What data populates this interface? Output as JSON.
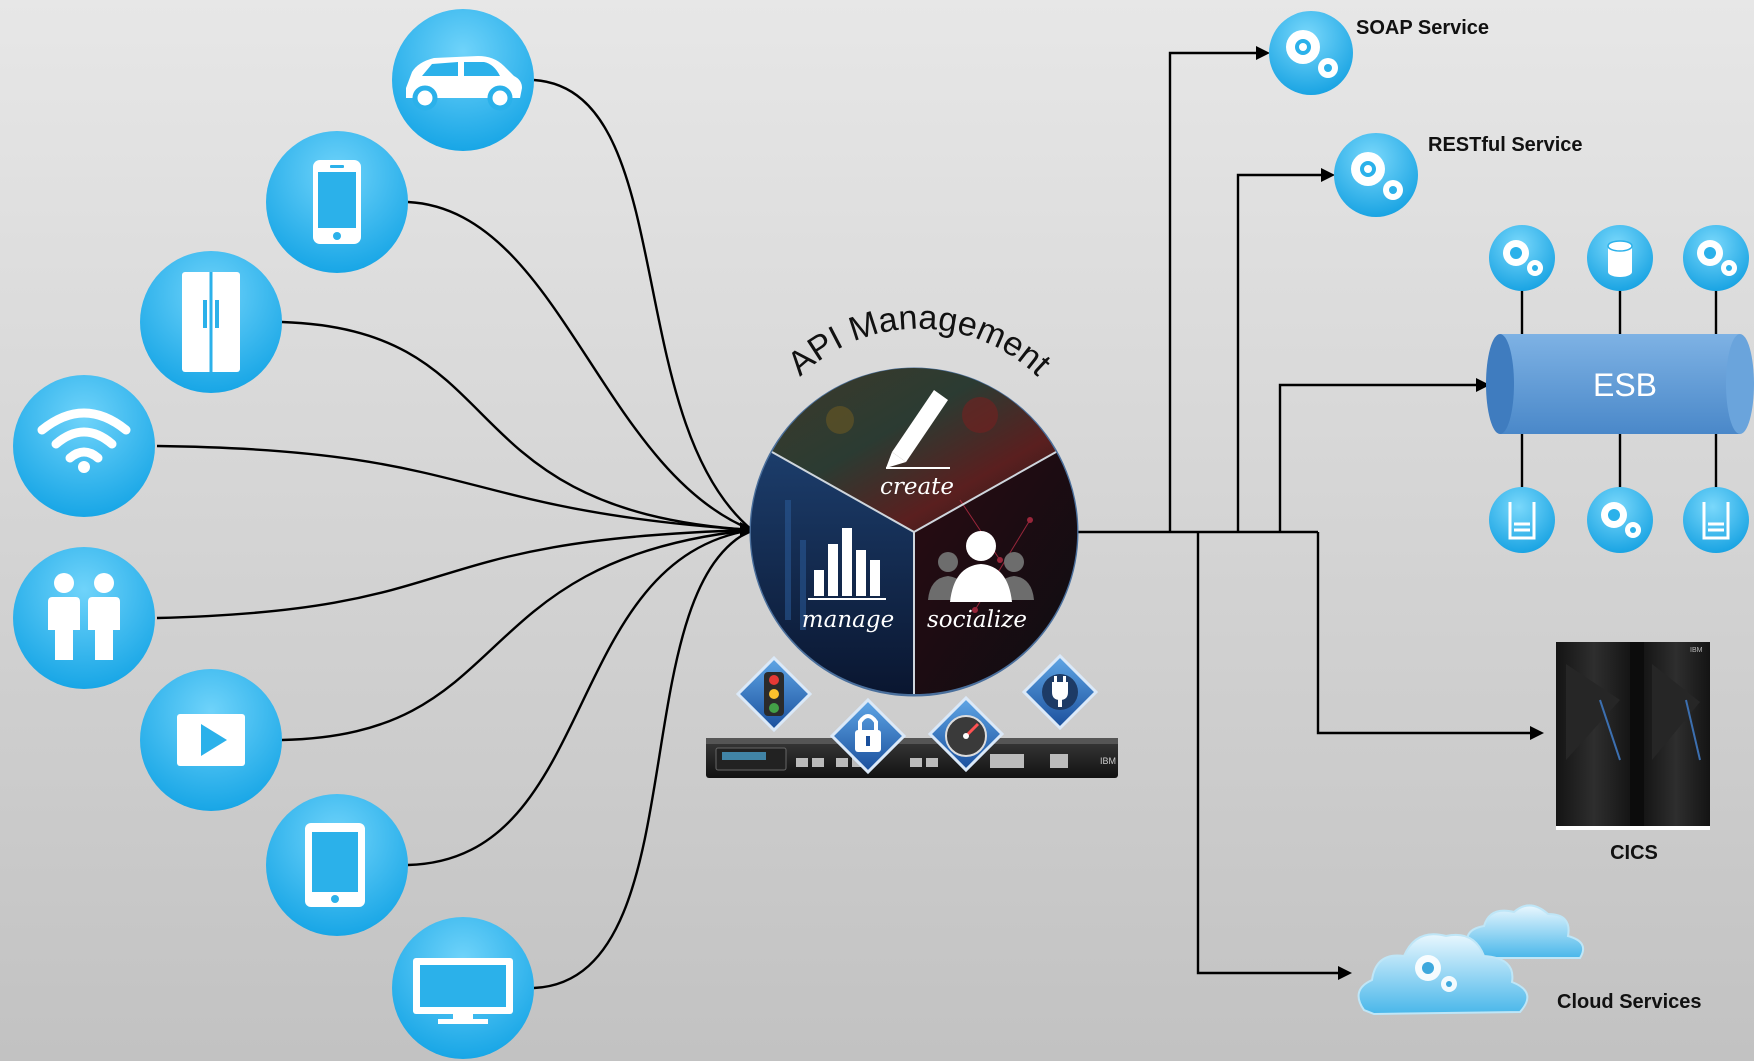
{
  "hub": {
    "title": "API Management",
    "segments": {
      "create": "create",
      "manage": "manage",
      "socialize": "socialize"
    }
  },
  "devices": [
    {
      "icon": "car-icon"
    },
    {
      "icon": "smartphone-icon"
    },
    {
      "icon": "refrigerator-icon"
    },
    {
      "icon": "wifi-icon"
    },
    {
      "icon": "people-icon"
    },
    {
      "icon": "play-video-icon"
    },
    {
      "icon": "tablet-icon"
    },
    {
      "icon": "monitor-icon"
    }
  ],
  "appliance_badges": [
    "traffic-light-icon",
    "lock-icon",
    "gauge-icon",
    "plug-icon"
  ],
  "backends": {
    "soap": "SOAP Service",
    "rest": "RESTful Service",
    "esb": "ESB",
    "cics": "CICS",
    "cloud": "Cloud Services"
  },
  "esb_nodes": {
    "top": [
      "gears-icon",
      "database-icon",
      "gears-icon"
    ],
    "bottom": [
      "queue-icon",
      "gears-icon",
      "queue-icon"
    ]
  },
  "colors": {
    "device_circle": "#26b4ec",
    "esb_body": "#5b9bd5",
    "connector": "#000000",
    "hub_border": "#4a6f9c"
  }
}
